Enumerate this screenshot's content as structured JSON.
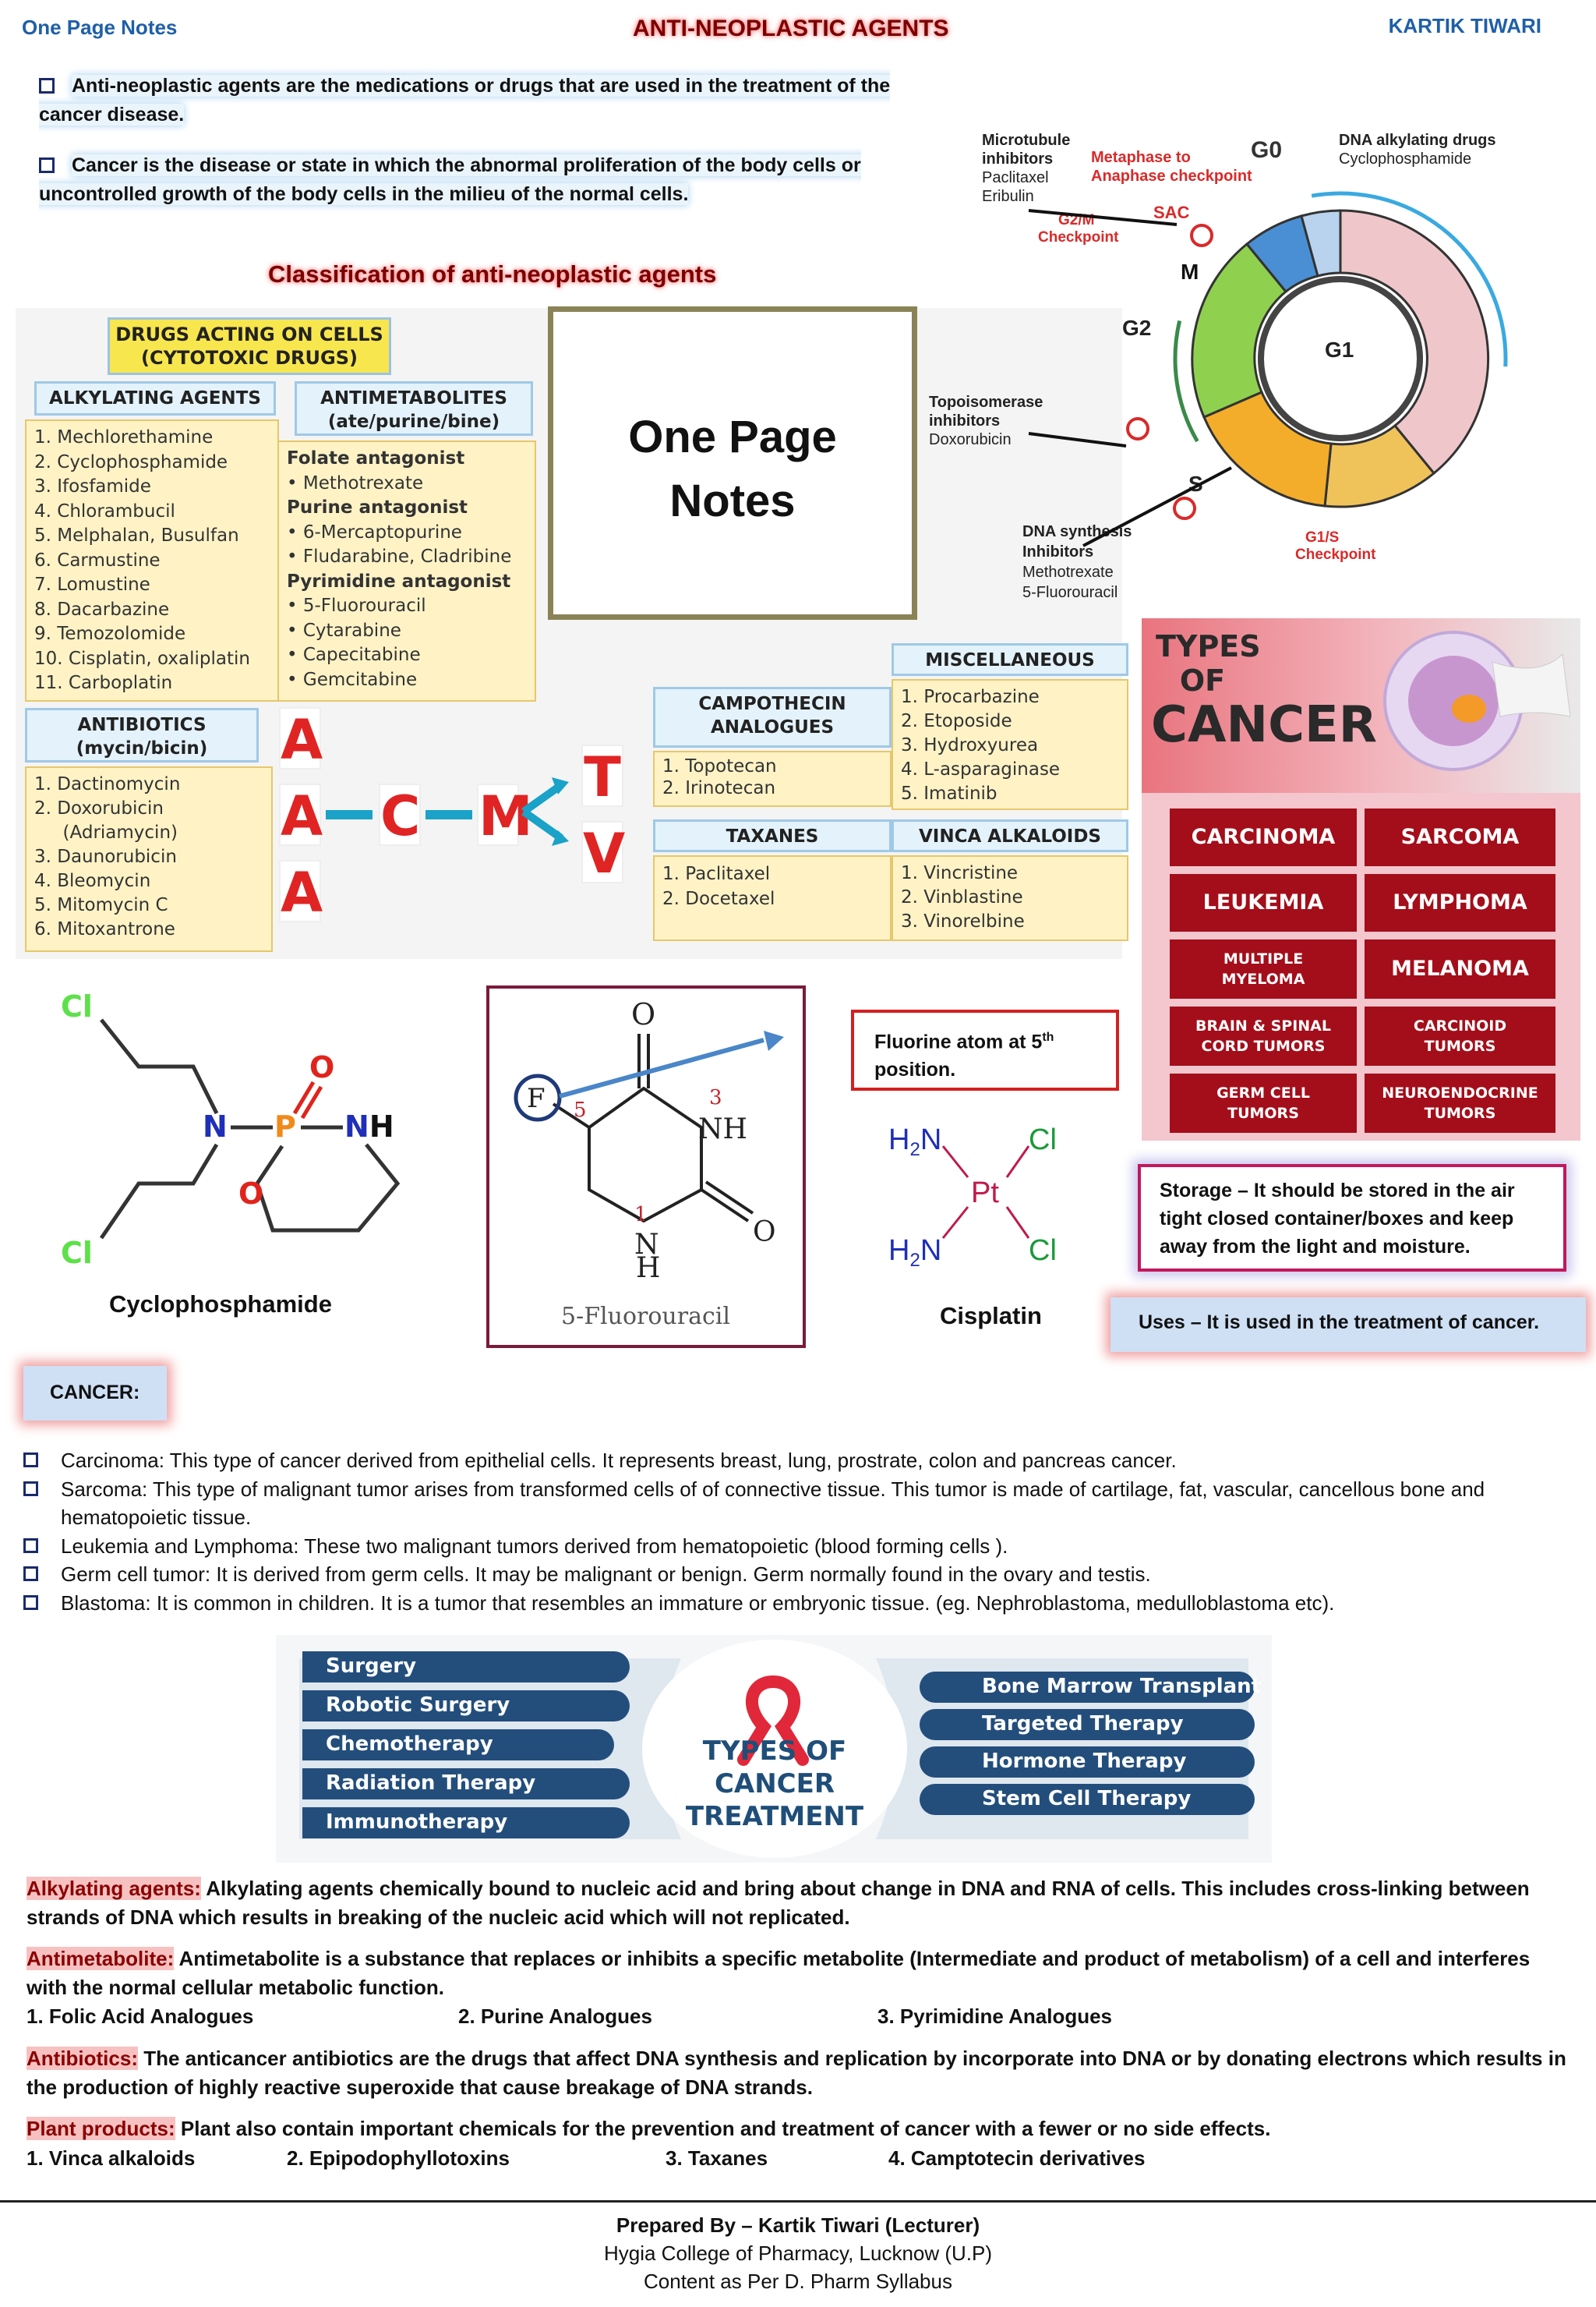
{
  "header": {
    "left": "One Page Notes",
    "title": "ANTI-NEOPLASTIC AGENTS",
    "right": "KARTIK TIWARI"
  },
  "intro": [
    "Anti-neoplastic agents are the medications or drugs that are used in the treatment of the cancer disease.",
    "Cancer is the disease or state in which the abnormal proliferation of the body cells or uncontrolled growth of the body cells in the milieu of the normal cells."
  ],
  "classification_title": "Classification of anti-neoplastic agents",
  "classification": {
    "drugs_acting": [
      "DRUGS ACTING ON CELLS",
      "(CYTOTOXIC DRUGS)"
    ],
    "alkylating": {
      "head": "ALKYLATING AGENTS",
      "items": [
        "1.  Mechlorethamine",
        "2.  Cyclophosphamide",
        "3.  Ifosfamide",
        "4.  Chlorambucil",
        "5.  Melphalan, Busulfan",
        "6.  Carmustine",
        "7.  Lomustine",
        "8.  Dacarbazine",
        "9.  Temozolomide",
        "10. Cisplatin, oxaliplatin",
        "11. Carboplatin"
      ]
    },
    "antimetabolites": {
      "head": [
        "ANTIMETABOLITES",
        "(ate/purine/bine)"
      ],
      "items": [
        "Folate antagonist",
        "•  Methotrexate",
        "Purine antagonist",
        "•  6-Mercaptopurine",
        "•  Fludarabine, Cladribine",
        "Pyrimidine antagonist",
        "•  5-Fluorouracil",
        "•  Cytarabine",
        "•  Capecitabine",
        "•  Gemcitabine"
      ]
    },
    "antibiotics": {
      "head": [
        "ANTIBIOTICS",
        "(mycin/bicin)"
      ],
      "items": [
        "1.  Dactinomycin",
        "2.  Doxorubicin",
        "     (Adriamycin)",
        "3.  Daunorubicin",
        "4.  Bleomycin",
        "5.  Mitomycin C",
        "6.  Mitoxantrone"
      ]
    },
    "mnemonic": [
      "A",
      "A",
      "A",
      "C",
      "M",
      "T",
      "V"
    ],
    "camptothecin": {
      "head": [
        "CAMPOTHECIN",
        "ANALOGUES"
      ],
      "items": [
        "1.  Topotecan",
        "2.  Irinotecan"
      ]
    },
    "taxanes": {
      "head": "TAXANES",
      "items": [
        "1.  Paclitaxel",
        "2.  Docetaxel"
      ]
    },
    "misc": {
      "head": "MISCELLANEOUS",
      "items": [
        "1.  Procarbazine",
        "2.  Etoposide",
        "3.  Hydroxyurea",
        "4.  L-asparaginase",
        "5.  Imatinib"
      ]
    },
    "vinca": {
      "head": "VINCA ALKALOIDS",
      "items": [
        "1.  Vincristine",
        "2.  Vinblastine",
        "3.  Vinorelbine"
      ]
    }
  },
  "one_page_notes_box": [
    "One Page",
    "Notes"
  ],
  "cell_cycle": {
    "microtubule": [
      "Microtubule",
      "inhibitors",
      "Paclitaxel",
      "Eribulin"
    ],
    "metaphase": [
      "Metaphase to",
      "Anaphase checkpoint"
    ],
    "g0": "G0",
    "dna_alkylating": [
      "DNA alkylating drugs",
      "Cyclophosphamide"
    ],
    "g2m": [
      "G2/M",
      "Checkpoint"
    ],
    "sac": "SAC",
    "m": "M",
    "g2": "G2",
    "g1": "G1",
    "s": "S",
    "topo": [
      "Topoisomerase",
      "inhibitors",
      "Doxorubicin"
    ],
    "dna_synth": [
      "DNA synthesis",
      "Inhibitors",
      "Methotrexate",
      "5-Fluorouracil"
    ],
    "g1s": [
      "G1/S",
      "Checkpoint"
    ]
  },
  "cancer_types": {
    "title": [
      "TYPES",
      "OF",
      "CANCER"
    ],
    "cells": [
      "CARCINOMA",
      "SARCOMA",
      "LEUKEMIA",
      "LYMPHOMA",
      "MULTIPLE\nMYELOMA",
      "MELANOMA",
      "BRAIN & SPINAL\nCORD TUMORS",
      "CARCINOID\nTUMORS",
      "GERM CELL\nTUMORS",
      "NEUROENDOCRINE\nTUMORS"
    ]
  },
  "structures": {
    "cyclophosphamide": "Cyclophosphamide",
    "fluorouracil": "5-Fluorouracil",
    "cisplatin": "Cisplatin",
    "fluorine_note": "Fluorine atom at 5",
    "fluorine_sup": "th",
    "fluorine_note2": "position.",
    "atoms": {
      "cl": "Cl",
      "n": "N",
      "p": "P",
      "o": "O",
      "nh": "NH",
      "h": "H",
      "f": "F",
      "pt": "Pt",
      "h2n": "H2N",
      "num1": "1",
      "num3": "3",
      "num5": "5"
    }
  },
  "storage": "Storage – It should be stored in the air tight closed container/boxes and keep away from the light and moisture.",
  "uses": "Uses – It is used in the treatment of cancer.",
  "cancer_label": "CANCER:",
  "cancer_list": [
    "Carcinoma: This type of cancer derived from epithelial cells. It represents breast, lung, prostrate, colon and pancreas cancer.",
    "Sarcoma: This type of malignant tumor arises from transformed cells of of connective tissue. This tumor is made of cartilage, fat, vascular, cancellous bone and hematopoietic tissue.",
    "Leukemia and Lymphoma: These two malignant tumors derived from hematopoietic (blood forming cells ).",
    "Germ cell tumor: It is derived from germ cells. It may be malignant or benign. Germ normally found in the ovary and testis.",
    "Blastoma: It is common in children. It is a tumor that resembles an immature or embryonic tissue. (eg. Nephroblastoma, medulloblastoma etc)."
  ],
  "treatment": {
    "center": [
      "TYPES OF",
      "CANCER",
      "TREATMENT"
    ],
    "left": [
      "Surgery",
      "Robotic Surgery",
      "Chemotherapy",
      "Radiation Therapy",
      "Immunotherapy"
    ],
    "right": [
      "Bone Marrow Transplant",
      "Targeted Therapy",
      "Hormone Therapy",
      "Stem Cell Therapy"
    ]
  },
  "definitions": {
    "alkylating_label": "Alkylating agents:",
    "alkylating_text": " Alkylating agents chemically bound to nucleic acid and bring about change in DNA and RNA of cells. This includes cross-linking between strands of DNA which results in breaking of the nucleic acid which will not replicated.",
    "antimetabolite_label": "Antimetabolite:",
    "antimetabolite_text": " Antimetabolite is a substance that replaces or inhibits a specific metabolite (Intermediate and product of metabolism) of a cell and interferes with the normal cellular metabolic function.",
    "antimetabolite_items": [
      "1. Folic Acid Analogues",
      "2. Purine Analogues",
      "3. Pyrimidine Analogues"
    ],
    "antibiotics_label": "Antibiotics:",
    "antibiotics_text": " The anticancer antibiotics are the drugs that affect DNA synthesis and replication by incorporate into DNA or by donating electrons which results in the production of highly reactive superoxide that cause breakage of DNA strands.",
    "plant_label": "Plant products:",
    "plant_text": " Plant also contain important chemicals for the prevention and treatment of cancer with a fewer or no side effects.",
    "plant_items": [
      "1. Vinca alkaloids",
      "2. Epipodophyllotoxins",
      "3. Taxanes",
      "4. Camptotecin derivatives"
    ]
  },
  "footer": [
    "Prepared By – Kartik Tiwari (Lecturer)",
    "Hygia College of Pharmacy, Lucknow (U.P)",
    "Content as Per D. Pharm Syllabus"
  ]
}
